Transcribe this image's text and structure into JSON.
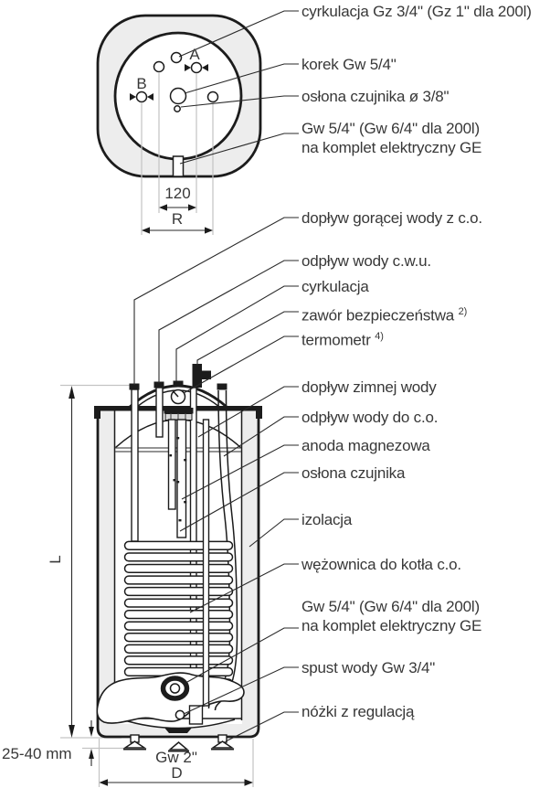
{
  "colors": {
    "line": "#1c1c1c",
    "text": "#383838",
    "insulation_fill": "#ededed",
    "extension_line": "#c3c3c3"
  },
  "top_view": {
    "port_a": "A",
    "port_b": "B",
    "dim_spacing": "120",
    "dim_radius": "R"
  },
  "side_view": {
    "dim_height": "L",
    "dim_diameter": "D",
    "dim_foot_range": "25-40 mm",
    "dim_bottom_thread": "Gw 2\""
  },
  "callouts": [
    {
      "line1": "cyrkulacja Gz 3/4\" (Gz 1\" dla 200l)"
    },
    {
      "line1": "korek Gw 5/4\""
    },
    {
      "line1": "osłona czujnika ø 3/8\""
    },
    {
      "line1": "Gw 5/4\" (Gw 6/4\" dla 200l)",
      "line2": "na komplet elektryczny GE"
    },
    {
      "line1": "dopływ gorącej wody z c.o."
    },
    {
      "line1": "odpływ wody c.w.u."
    },
    {
      "line1": "cyrkulacja"
    },
    {
      "line1": "zawór bezpieczeństwa ",
      "sup": "2)"
    },
    {
      "line1": "termometr ",
      "sup": "4)"
    },
    {
      "line1": "dopływ zimnej wody"
    },
    {
      "line1": "odpływ wody do c.o."
    },
    {
      "line1": "anoda magnezowa"
    },
    {
      "line1": "osłona czujnika"
    },
    {
      "line1": "izolacja"
    },
    {
      "line1": "wężownica do kotła c.o."
    },
    {
      "line1": "Gw 5/4\" (Gw 6/4\" dla 200l)",
      "line2": "na komplet elektryczny GE"
    },
    {
      "line1": "spust wody Gw 3/4\""
    },
    {
      "line1": "nóżki z regulacją"
    }
  ]
}
